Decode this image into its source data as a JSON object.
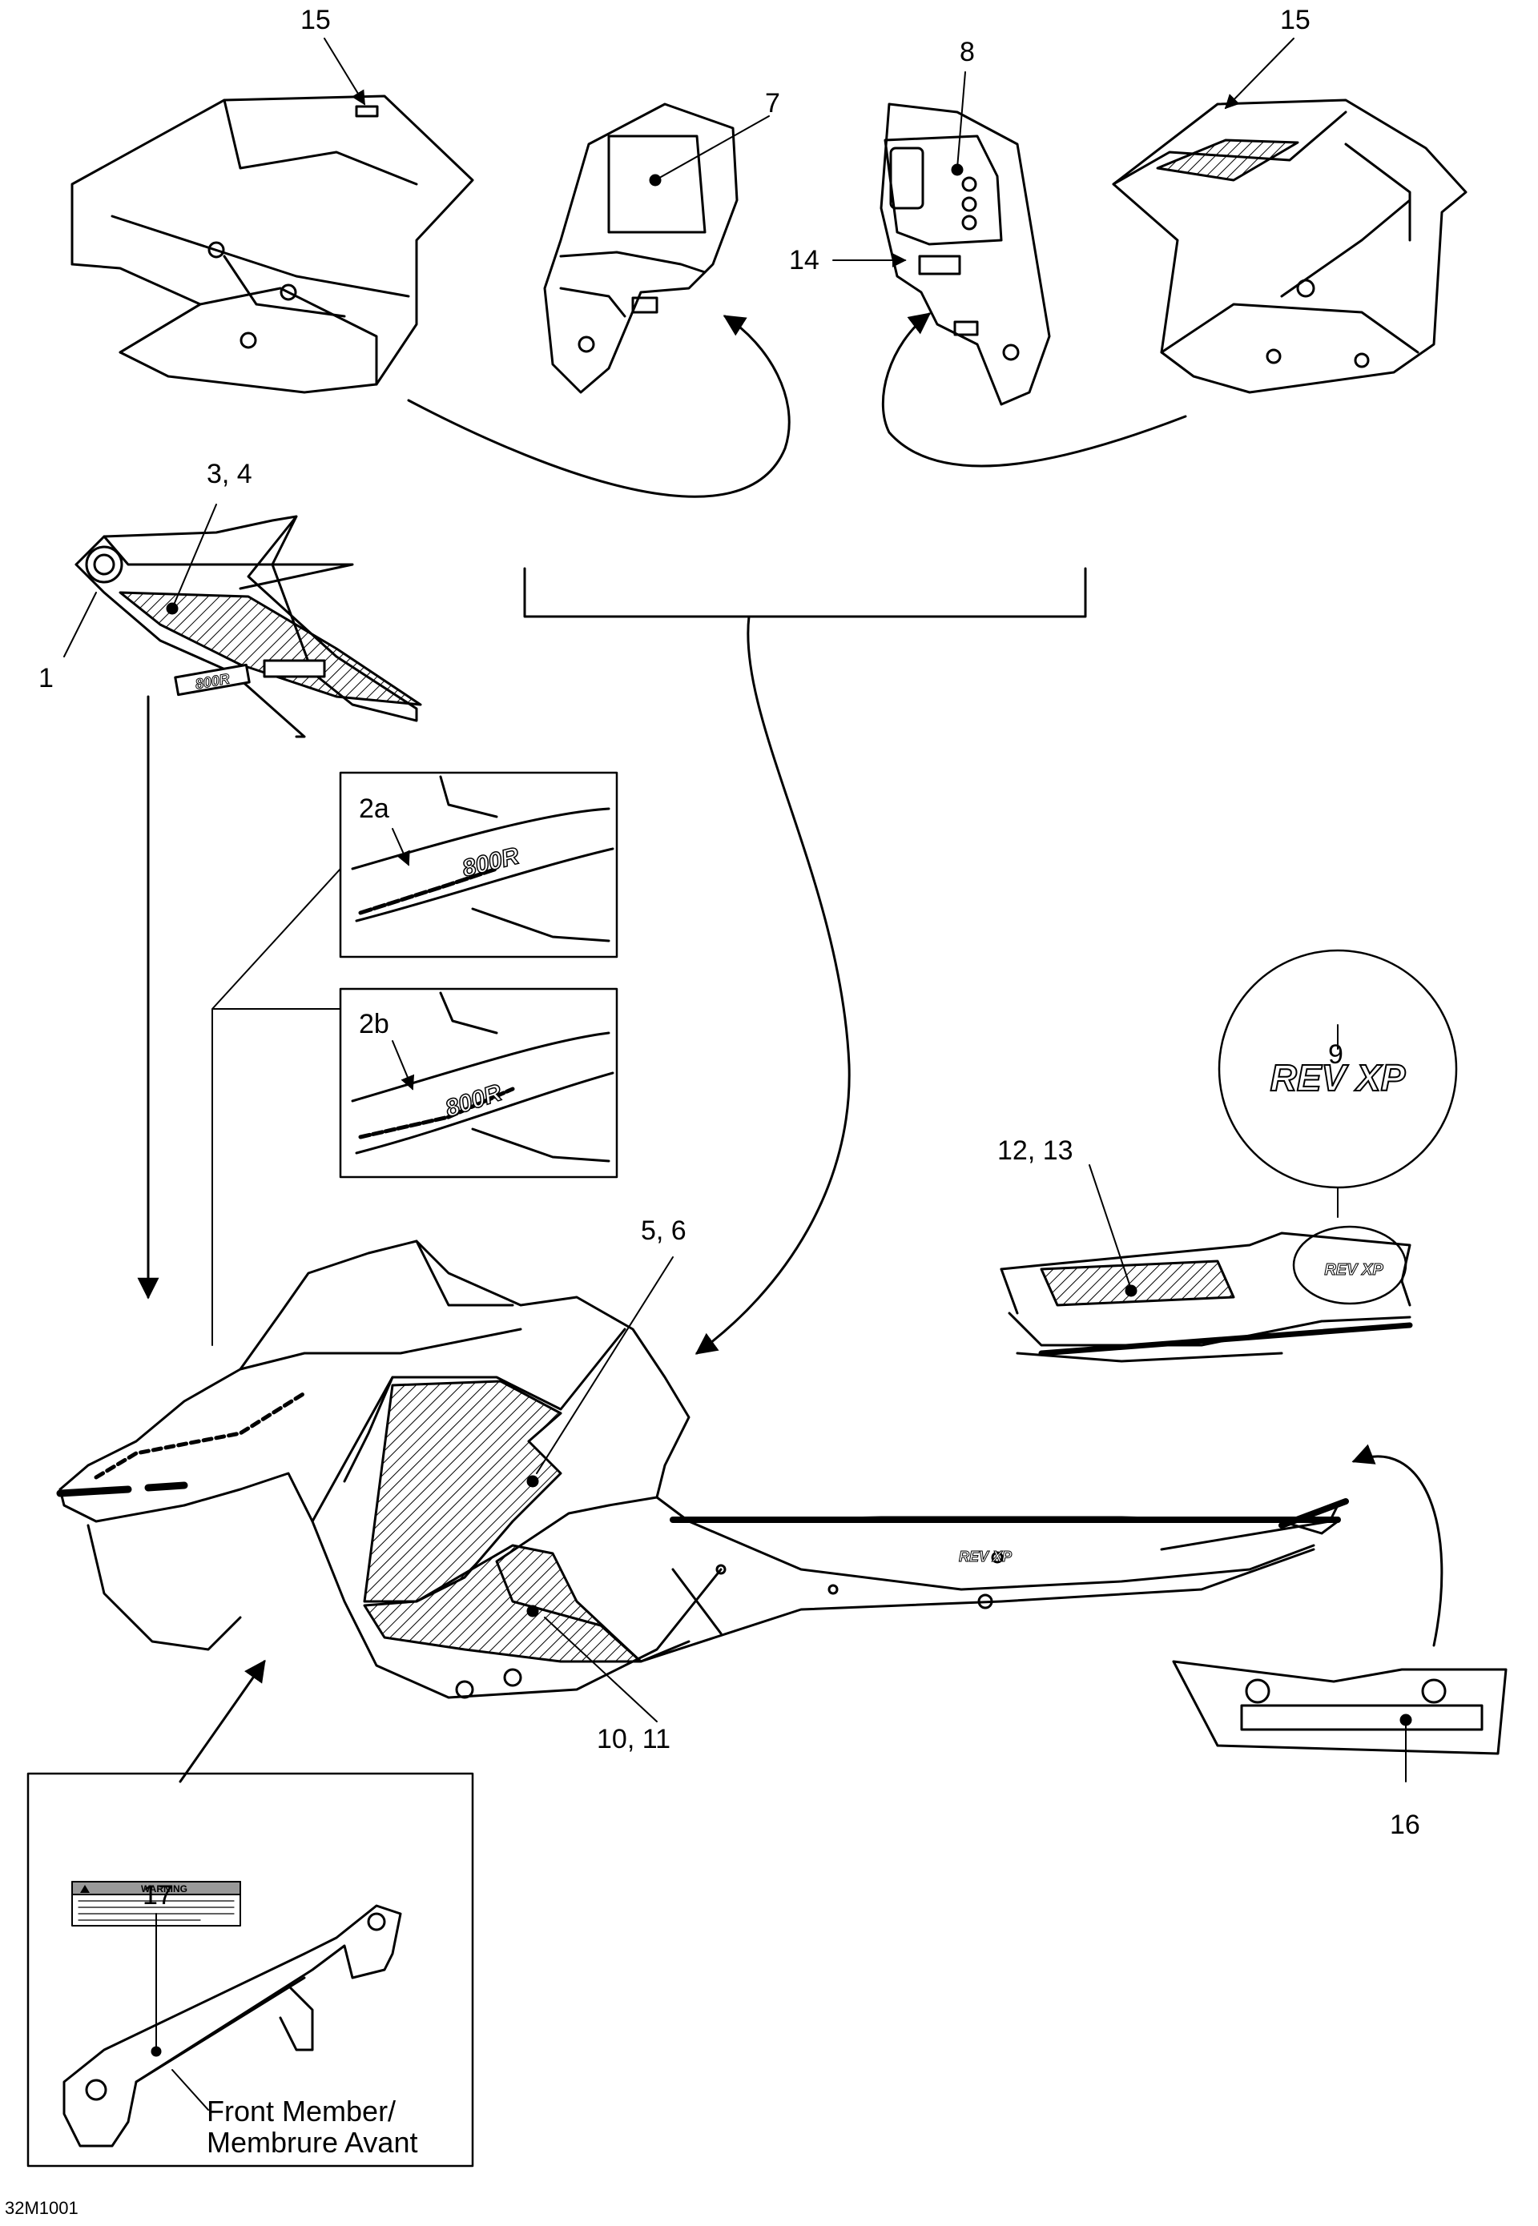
{
  "callouts": {
    "c15a": "15",
    "c7": "7",
    "c8": "8",
    "c15b": "15",
    "c14": "14",
    "c34": "3, 4",
    "c1": "1",
    "c2a": "2a",
    "c2b": "2b",
    "c9": "9",
    "c1213": "12, 13",
    "c56": "5, 6",
    "c1011": "10, 11",
    "c16": "16",
    "c17": "17"
  },
  "inset_caption": {
    "line1": "Front Member/",
    "line2": "Membrure Avant"
  },
  "decals": {
    "warning_title": "WARNING",
    "rev_logo": "REV XP",
    "model_graphic": "800R"
  },
  "drawing_code": "32M1001"
}
